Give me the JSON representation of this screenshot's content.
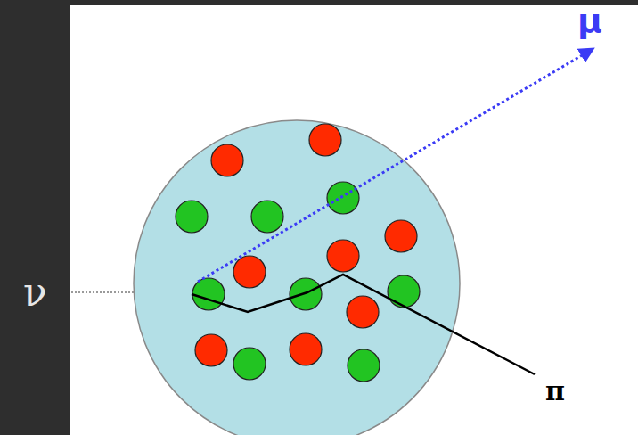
{
  "diagram": {
    "labels": [
      "ν",
      "μ",
      "π"
    ]
  }
}
